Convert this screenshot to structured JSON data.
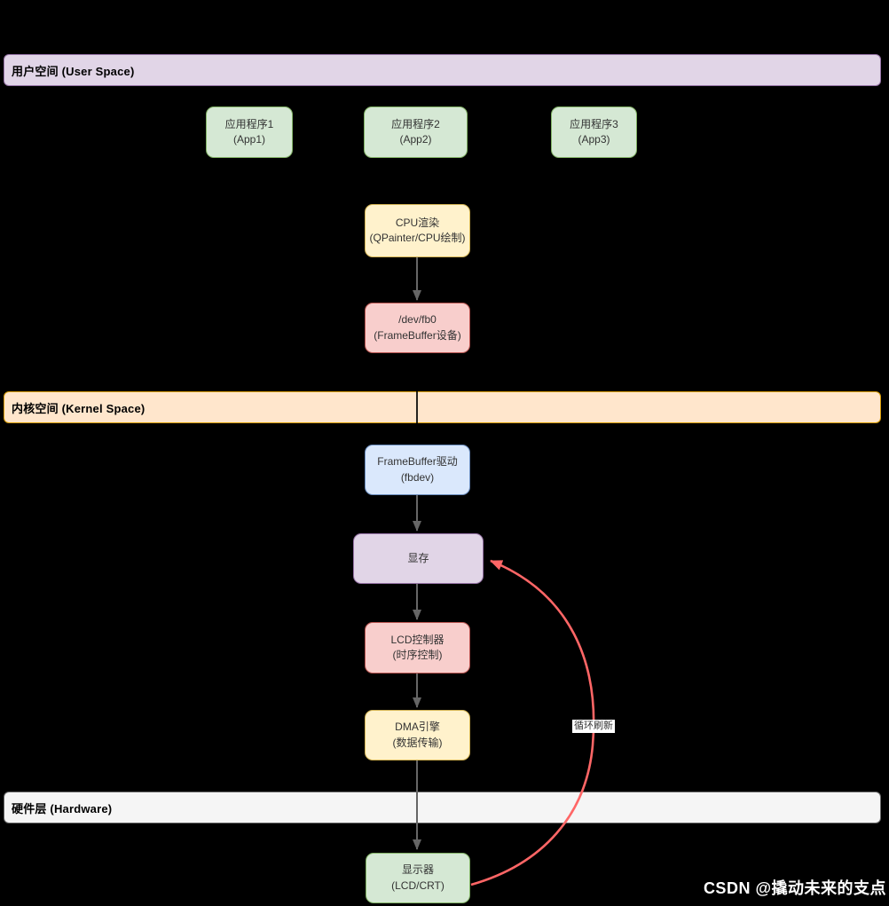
{
  "diagram": {
    "lanes": {
      "user": {
        "label": "用户空间 (User Space)"
      },
      "kernel": {
        "label": "内核空间 (Kernel Space)"
      },
      "hardware": {
        "label": "硬件层 (Hardware)"
      }
    },
    "nodes": {
      "app1": {
        "line1": "应用程序1",
        "line2": "(App1)"
      },
      "app2": {
        "line1": "应用程序2",
        "line2": "(App2)"
      },
      "app3": {
        "line1": "应用程序3",
        "line2": "(App3)"
      },
      "cpu": {
        "line1": "CPU渲染",
        "line2": "(QPainter/CPU绘制)"
      },
      "fb0": {
        "line1": "/dev/fb0",
        "line2": "(FrameBuffer设备)"
      },
      "fbdrv": {
        "line1": "FrameBuffer驱动",
        "line2": "(fbdev)"
      },
      "vram": {
        "line1": "显存"
      },
      "lcd": {
        "line1": "LCD控制器",
        "line2": "(时序控制)"
      },
      "dma": {
        "line1": "DMA引擎",
        "line2": "(数据传输)"
      },
      "display": {
        "line1": "显示器",
        "line2": "(LCD/CRT)"
      }
    },
    "edges": {
      "loop_label": "循环刷新"
    },
    "colors": {
      "background": "#000000",
      "user_space_band": "#E1D5E7",
      "kernel_band": "#FFE6CC",
      "hardware_band": "#F5F5F5",
      "node_green": "#D5E8D4",
      "node_yellow": "#FFF2CC",
      "node_pink": "#F8CECC",
      "node_blue": "#DAE8FC",
      "node_purple": "#E1D5E7",
      "arrow_gray": "#666666",
      "arrow_black": "#000000",
      "loop_red": "#FF6666"
    }
  },
  "watermark": {
    "text": "CSDN @撬动未来的支点"
  }
}
